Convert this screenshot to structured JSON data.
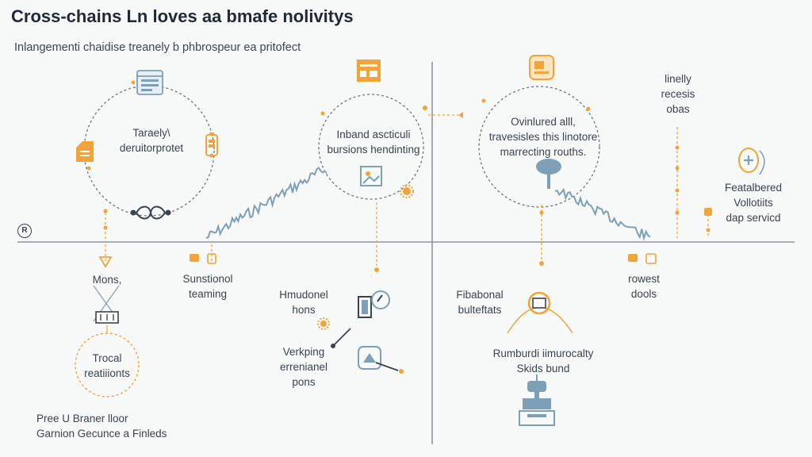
{
  "header": {
    "title": "Cross-chains Ln loves aa bmafe nolivitys",
    "subtitle": "Inlangementi chaidise treanely b phbrospeur ea pritofect"
  },
  "registered_mark": "R",
  "labels": {
    "circle1": [
      "Taraely\\",
      "deruitorprotet"
    ],
    "circle2": [
      "Inband ascticuli",
      "bursions hendinting"
    ],
    "circle3": [
      "Ovinlured alll,",
      "travesisles this linotore",
      "marrecting rouths."
    ],
    "right_top": [
      "linelly",
      "recesis",
      "obas"
    ],
    "right_mid": [
      "Featalbered",
      "Vollotiits",
      "dap servicd"
    ],
    "mons": [
      "Mons,"
    ],
    "sunstional": [
      "Sunstionol",
      "teaming"
    ],
    "trocal": [
      "Trocal",
      "reatiiionts"
    ],
    "pree": [
      "Pree U Braner lloor",
      "Garnion Gecunce a Finleds"
    ],
    "hmudonel": [
      "Hmudonel",
      "hons"
    ],
    "verkping": [
      "Verkping",
      "errenianel",
      "pons"
    ],
    "fibabonal": [
      "Fibabonal",
      "bulteftats"
    ],
    "rumburdi": [
      "Rumburdi iimurocalty",
      "Skids bund"
    ],
    "rowest": [
      "rowest",
      "dools"
    ]
  },
  "icons": [
    "browser-window-icon",
    "document-icon",
    "battery-icon",
    "infinity-knot-icon",
    "package-icon",
    "image-frame-icon",
    "gear-icon",
    "cloud-tree-icon",
    "plus-egg-icon",
    "brush-icon",
    "pencil-icon",
    "magnifier-icon",
    "cycle-loop-icon",
    "stamp-icon",
    "database-stack-icon"
  ],
  "colors": {
    "orange": "#f0a43a",
    "steel_blue": "#7d9fb7",
    "line_gray": "#8f969d",
    "text": "#3a444e"
  }
}
